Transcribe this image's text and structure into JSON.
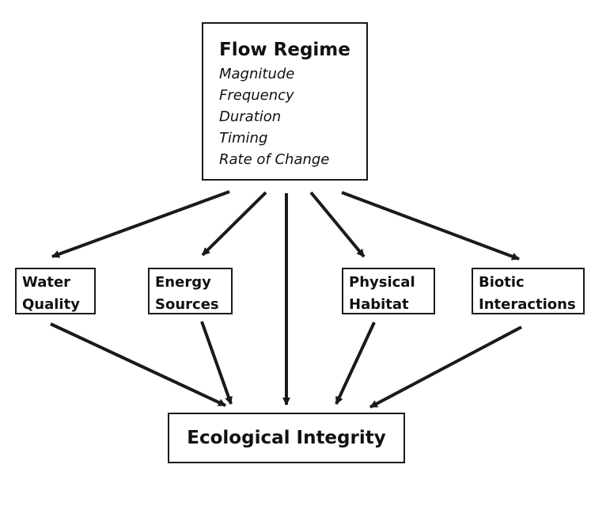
{
  "flow_regime": {
    "title": "Flow Regime",
    "attributes": [
      "Magnitude",
      "Frequency",
      "Duration",
      "Timing",
      "Rate of Change"
    ]
  },
  "factors": {
    "water_quality": {
      "line1": "Water",
      "line2": "Quality"
    },
    "energy_sources": {
      "line1": "Energy",
      "line2": "Sources"
    },
    "physical_habitat": {
      "line1": "Physical",
      "line2": "Habitat"
    },
    "biotic_interactions": {
      "line1": "Biotic",
      "line2": "Interactions"
    }
  },
  "outcome": {
    "label": "Ecological Integrity"
  },
  "colors": {
    "ink": "#1a1a1a",
    "background": "#ffffff"
  }
}
